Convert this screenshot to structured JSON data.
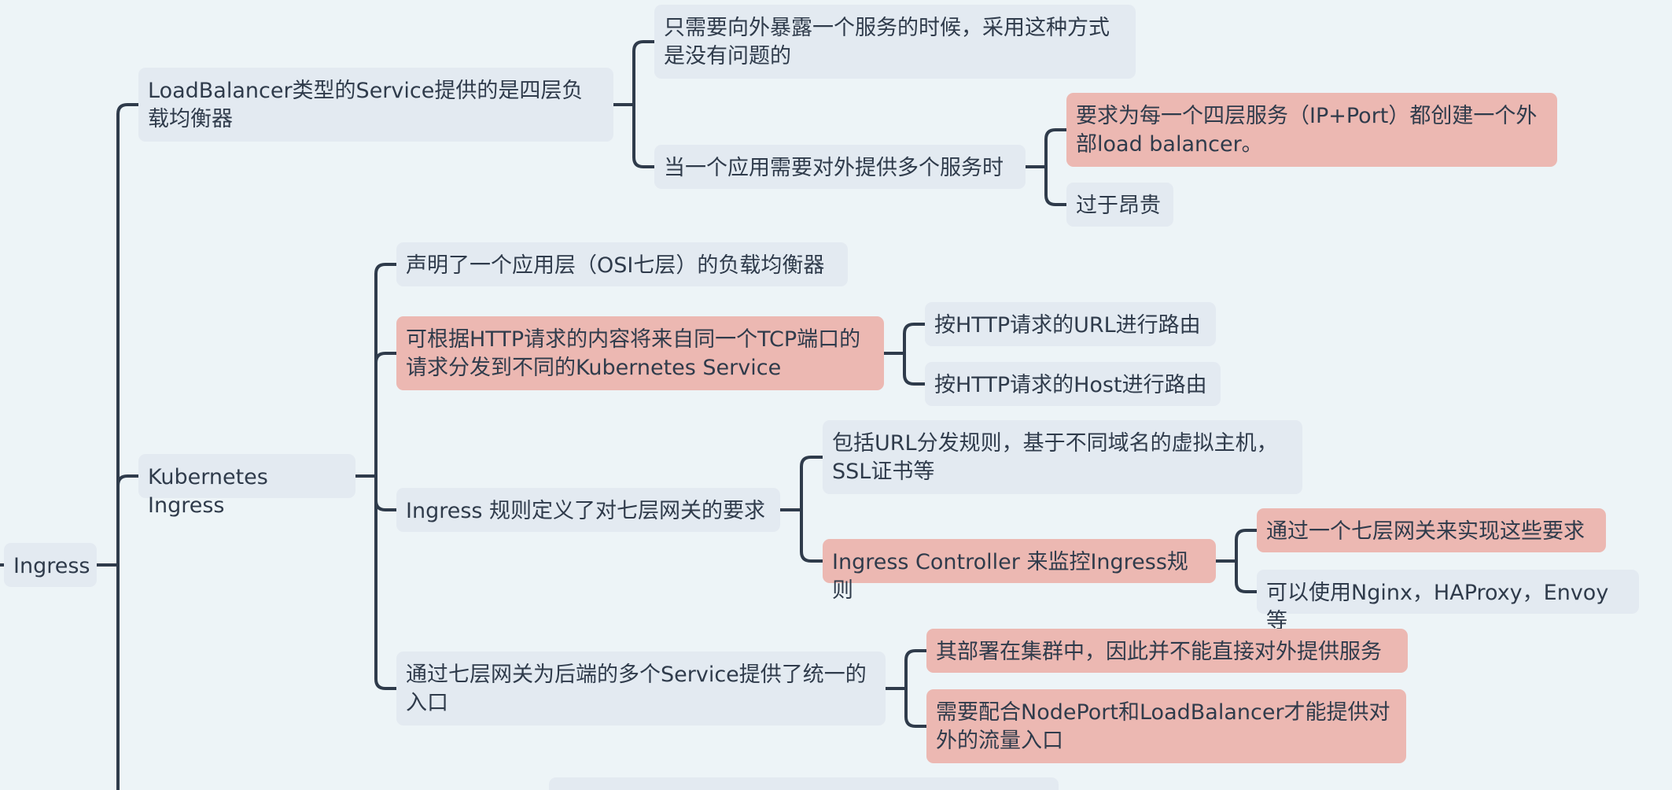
{
  "colors": {
    "background": "#edf4f7",
    "node": "#e3eaf1",
    "highlight": "#ecb8b2",
    "line": "#2f3b4b",
    "text": "#2f3b4b"
  },
  "nodes": {
    "root": "Ingress",
    "lb_service": "LoadBalancer类型的Service提供的是四层负载均衡器",
    "lb_single": "只需要向外暴露一个服务的时候，采用这种方式是没有问题的",
    "lb_multi": "当一个应用需要对外提供多个服务时",
    "lb_each": "要求为每一个四层服务（IP+Port）都创建一个外部load balancer。",
    "lb_expensive": "过于昂贵",
    "k8s_ingress": "Kubernetes Ingress",
    "l7_lb": "声明了一个应用层（OSI七层）的负载均衡器",
    "http_route": "可根据HTTP请求的内容将来自同一个TCP端口的请求分发到不同的Kubernetes Service",
    "route_url": "按HTTP请求的URL进行路由",
    "route_host": "按HTTP请求的Host进行路由",
    "ingress_rules": "Ingress 规则定义了对七层网关的要求",
    "rules_include": "包括URL分发规则，基于不同域名的虚拟主机，SSL证书等",
    "ingress_controller": "Ingress Controller 来监控Ingress规则",
    "gw_impl": "通过一个七层网关来实现这些要求",
    "gw_options": "可以使用Nginx，HAProxy，Envoy等",
    "unified_entry": "通过七层网关为后端的多个Service提供了统一的入口",
    "in_cluster": "其部署在集群中，因此并不能直接对外提供服务",
    "need_nodeport": "需要配合NodePort和LoadBalancer才能提供对外的流量入口"
  }
}
